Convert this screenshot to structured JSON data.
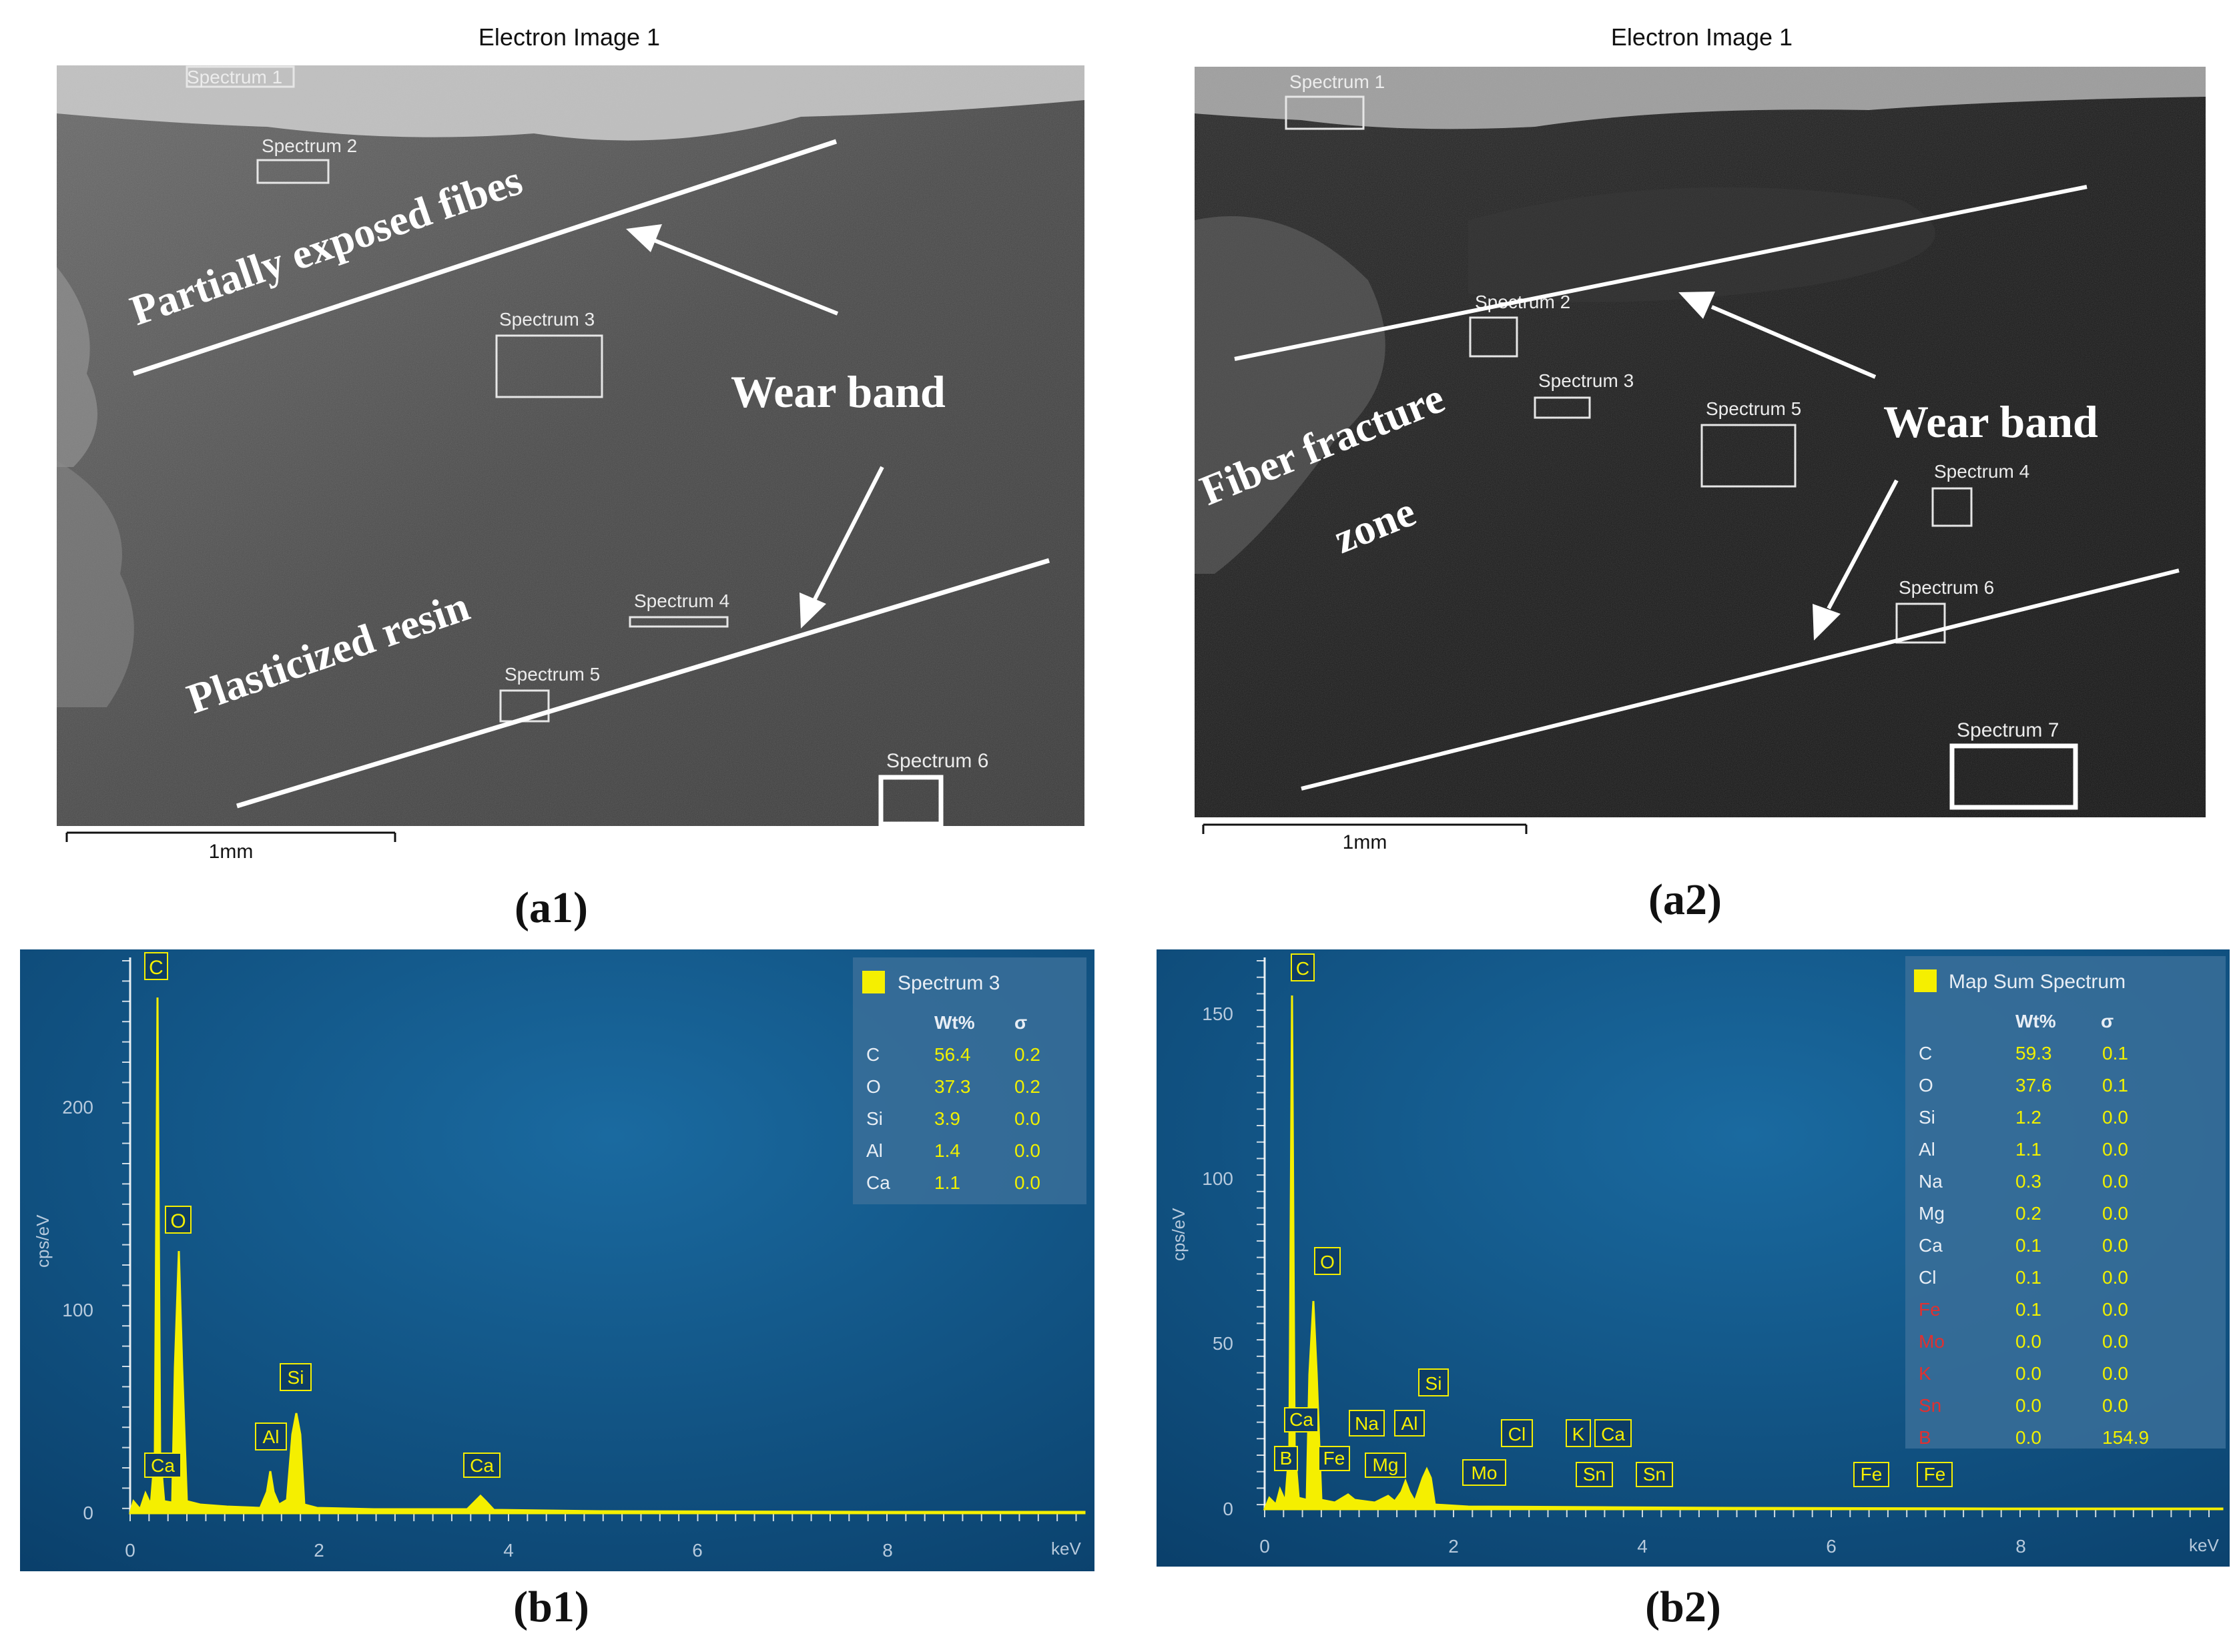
{
  "panels": {
    "a1": {
      "title": "Electron Image 1",
      "caption": "(a1)",
      "scale_label": "1mm",
      "spectra": [
        {
          "label": "Spectrum 1"
        },
        {
          "label": "Spectrum 2"
        },
        {
          "label": "Spectrum 3"
        },
        {
          "label": "Spectrum 4"
        },
        {
          "label": "Spectrum 5"
        },
        {
          "label": "Spectrum 6"
        }
      ],
      "annotations": {
        "fibers": "Partially exposed fibes",
        "wear": "Wear band",
        "resin": "Plasticized resin"
      }
    },
    "a2": {
      "title": "Electron Image 1",
      "caption": "(a2)",
      "scale_label": "1mm",
      "spectra": [
        {
          "label": "Spectrum 1"
        },
        {
          "label": "Spectrum 2"
        },
        {
          "label": "Spectrum 3"
        },
        {
          "label": "Spectrum 4"
        },
        {
          "label": "Spectrum 5"
        },
        {
          "label": "Spectrum 6"
        },
        {
          "label": "Spectrum 7"
        }
      ],
      "annotations": {
        "fracture": "Fiber fracture",
        "zone": "zone",
        "wear": "Wear band"
      }
    },
    "b1": {
      "caption": "(b1)",
      "ylabel": "cps/eV",
      "xunit": "keV",
      "xticks": [
        "0",
        "2",
        "4",
        "6",
        "8"
      ],
      "yticks": [
        "0",
        "100",
        "200"
      ],
      "legend": {
        "title": "Spectrum 3",
        "header_wt": "Wt%",
        "header_sigma": "σ",
        "rows": [
          {
            "el": "C",
            "wt": "56.4",
            "sigma": "0.2"
          },
          {
            "el": "O",
            "wt": "37.3",
            "sigma": "0.2"
          },
          {
            "el": "Si",
            "wt": "3.9",
            "sigma": "0.0"
          },
          {
            "el": "Al",
            "wt": "1.4",
            "sigma": "0.0"
          },
          {
            "el": "Ca",
            "wt": "1.1",
            "sigma": "0.0"
          }
        ]
      },
      "peak_labels": [
        "C",
        "O",
        "Ca",
        "Al",
        "Si",
        "Ca"
      ]
    },
    "b2": {
      "caption": "(b2)",
      "ylabel": "cps/eV",
      "xunit": "keV",
      "xticks": [
        "0",
        "2",
        "4",
        "6",
        "8"
      ],
      "yticks": [
        "0",
        "50",
        "100",
        "150"
      ],
      "legend": {
        "title": "Map Sum Spectrum",
        "header_wt": "Wt%",
        "header_sigma": "σ",
        "rows": [
          {
            "el": "C",
            "wt": "59.3",
            "sigma": "0.1"
          },
          {
            "el": "O",
            "wt": "37.6",
            "sigma": "0.1"
          },
          {
            "el": "Si",
            "wt": "1.2",
            "sigma": "0.0"
          },
          {
            "el": "Al",
            "wt": "1.1",
            "sigma": "0.0"
          },
          {
            "el": "Na",
            "wt": "0.3",
            "sigma": "0.0"
          },
          {
            "el": "Mg",
            "wt": "0.2",
            "sigma": "0.0"
          },
          {
            "el": "Ca",
            "wt": "0.1",
            "sigma": "0.0"
          },
          {
            "el": "Cl",
            "wt": "0.1",
            "sigma": "0.0"
          },
          {
            "el": "Fe",
            "wt": "0.1",
            "sigma": "0.0"
          },
          {
            "el": "Mo",
            "wt": "0.0",
            "sigma": "0.0"
          },
          {
            "el": "K",
            "wt": "0.0",
            "sigma": "0.0"
          },
          {
            "el": "Sn",
            "wt": "0.0",
            "sigma": "0.0"
          },
          {
            "el": "B",
            "wt": "0.0",
            "sigma": "154.9"
          }
        ]
      },
      "peak_labels": [
        "C",
        "O",
        "Ca",
        "B",
        "Fe",
        "Na",
        "Mg",
        "Al",
        "Si",
        "Mo",
        "Cl",
        "K",
        "Ca",
        "Sn",
        "Sn",
        "Fe",
        "Fe"
      ]
    }
  },
  "colors": {
    "spectrum_fill": "#f5ef00",
    "legend_value": "#f0f000",
    "legend_red": "#e03030",
    "panel_bg": "#0d4a78"
  }
}
